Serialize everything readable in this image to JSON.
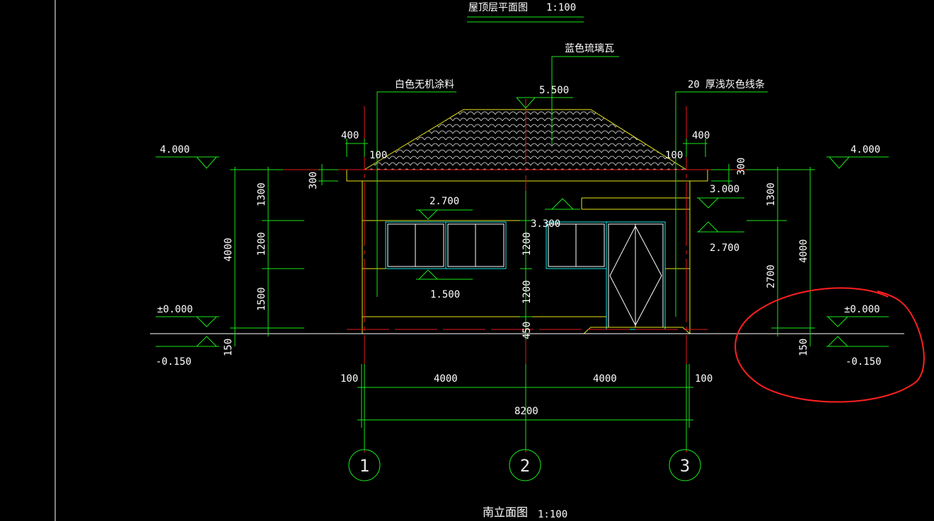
{
  "drawing": {
    "top_title": "屋顶层平面图",
    "top_scale": "1:100",
    "bottom_title": "南立面图",
    "bottom_scale": "1:100"
  },
  "notes": {
    "roof_tile": "蓝色琉璃瓦",
    "wall_paint": "白色无机涂料",
    "line_thickness": "20",
    "line_trim": "厚浅灰色线条"
  },
  "elevations": {
    "roof_top": "5.500",
    "eave_left": "4.000",
    "eave_right": "4.000",
    "window_top": "2.700",
    "window_bottom": "1.500",
    "mid": "3.300",
    "right_upper": "3.000",
    "right_lower": "2.700",
    "ground_left": "±0.000",
    "ground_right": "±0.000",
    "base_left": "-0.150",
    "base_right": "-0.150"
  },
  "dims": {
    "overhang_left": "400",
    "overhang_right": "400",
    "roof_small_left": "100",
    "roof_small_right": "100",
    "fascia_left": "300",
    "fascia_right": "300",
    "left_total": "4000",
    "left_1300": "1300",
    "left_1200": "1200",
    "left_1500": "1500",
    "left_150": "150",
    "mid_1200a": "1200",
    "mid_1200b": "1200",
    "mid_450": "450",
    "right_1300": "1300",
    "right_2700": "2700",
    "right_total": "4000",
    "right_150": "150",
    "bottom_100_left": "100",
    "bottom_4000_a": "4000",
    "bottom_4000_b": "4000",
    "bottom_100_right": "100",
    "bottom_total": "8200"
  },
  "axes": [
    "1",
    "2",
    "3"
  ]
}
